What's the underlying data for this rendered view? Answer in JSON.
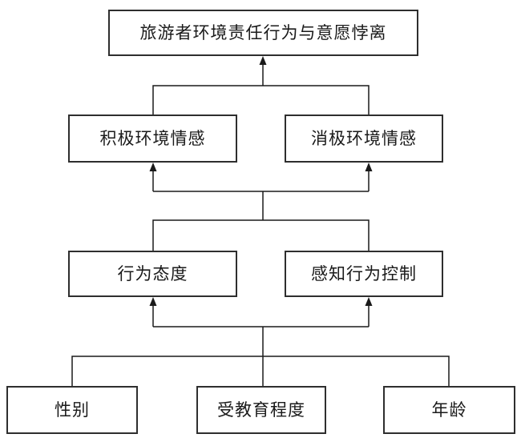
{
  "figure": {
    "nodes": {
      "outcome": "旅游者环境责任行为与意愿悖离",
      "positive_emotion": "积极环境情感",
      "negative_emotion": "消极环境情感",
      "attitude": "行为态度",
      "pbc": "感知行为控制",
      "gender": "性别",
      "education": "受教育程度",
      "age": "年龄"
    },
    "edges": [
      {
        "from": [
          "positive_emotion",
          "negative_emotion"
        ],
        "to": [
          "outcome"
        ],
        "arrow": "up"
      },
      {
        "from": [
          "attitude",
          "pbc"
        ],
        "to": [
          "positive_emotion",
          "negative_emotion"
        ],
        "arrow": "up"
      },
      {
        "from": [
          "gender",
          "education",
          "age"
        ],
        "to": [
          "attitude",
          "pbc"
        ],
        "arrow": "up"
      }
    ],
    "colors": {
      "background": "#ffffff",
      "box_fill": "#ffffff",
      "box_border": "#2e2e2e",
      "line": "#1a1a1a"
    }
  }
}
